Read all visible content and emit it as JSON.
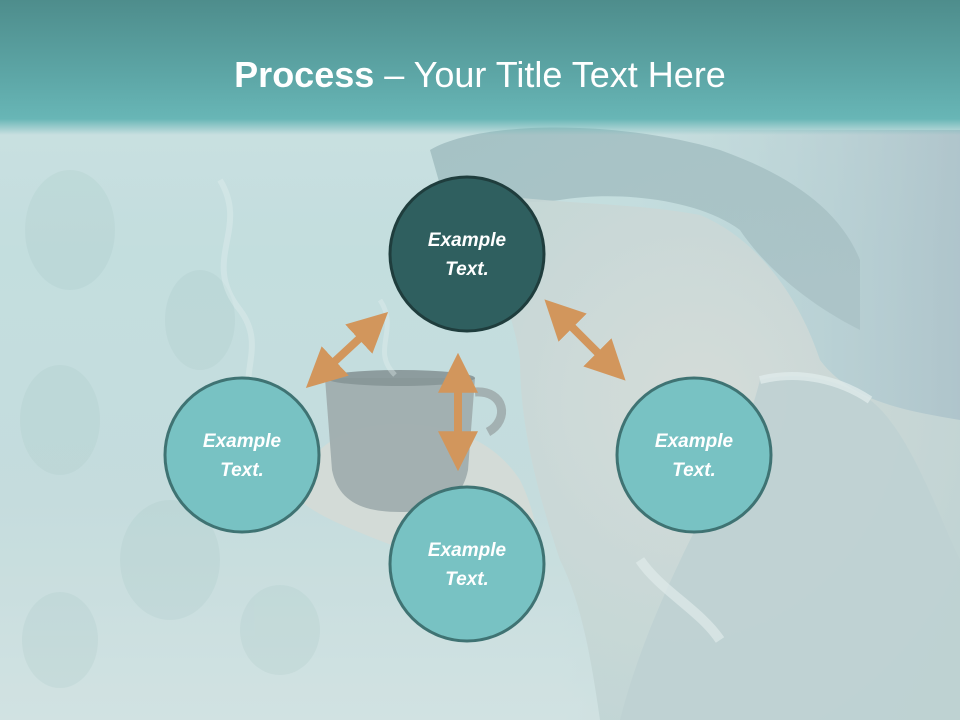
{
  "title": {
    "bold": "Process",
    "separator": " – ",
    "rest": "Your Title Text Here"
  },
  "nodes": [
    {
      "id": "top",
      "line1": "Example",
      "line2": "Text.",
      "fill": "#2f5f5f",
      "text_color": "#ffffff"
    },
    {
      "id": "left",
      "line1": "Example",
      "line2": "Text.",
      "fill": "#78c2c3",
      "text_color": "#ffffff"
    },
    {
      "id": "bottom",
      "line1": "Example",
      "line2": "Text.",
      "fill": "#78c2c3",
      "text_color": "#ffffff"
    },
    {
      "id": "right",
      "line1": "Example",
      "line2": "Text.",
      "fill": "#78c2c3",
      "text_color": "#ffffff"
    }
  ],
  "colors": {
    "title_band": "#5ea8a8",
    "node_outline": "#2f5f5f",
    "arrow": "#d2965c"
  },
  "icons": [
    "double-arrow-icon"
  ]
}
